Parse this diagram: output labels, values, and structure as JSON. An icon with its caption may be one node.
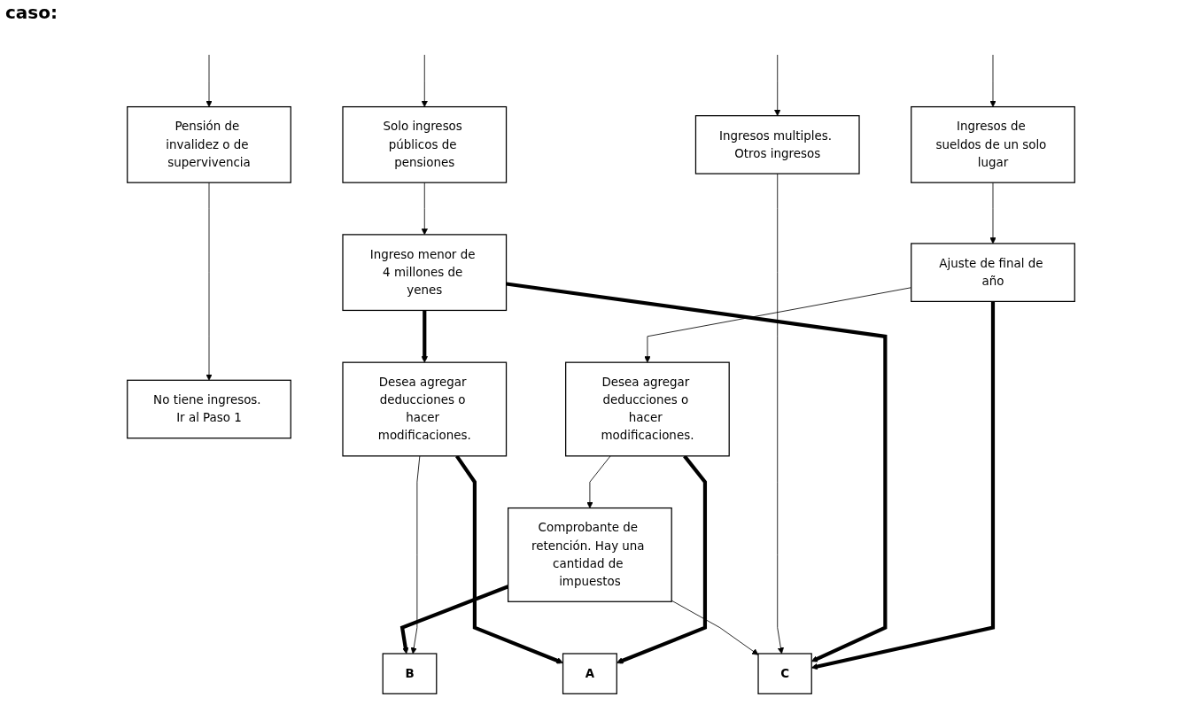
{
  "diagram": {
    "nodes": [
      {
        "text": [
          "Ingresos de sueldos de un solo lugar"
        ]
      },
      {
        "text": [
          "Solo ingresos públicos de pensiones"
        ]
      },
      {
        "text": [
          "Pensión de invalidez o de supervivencia"
        ]
      },
      {
        "text": [
          "Ingresos multiples. Otros ingresos"
        ]
      },
      {
        "text": [
          "Ajuste de final de año"
        ]
      },
      {
        "text": [
          "Ingreso menor de 4 millones de yenes"
        ]
      },
      {
        "text": [
          "No tiene ingresos. Ir al Paso 1"
        ]
      },
      {
        "text": [
          "Desea agregar deducciones o hacer modificaciones."
        ]
      },
      {
        "text": [
          "Desea agregar deducciones o hacer modificaciones."
        ]
      },
      {
        "text": [
          "Comprobante de retención. Hay una cantidad de impuestos"
        ]
      },
      {
        "text": [
          "A"
        ]
      },
      {
        "text": [
          "B"
        ]
      },
      {
        "text": [
          "C"
        ]
      }
    ],
    "edges": [
      {
        "from": null,
        "to": 0,
        "arrow": "to"
      },
      {
        "from": null,
        "to": 1,
        "arrow": "to"
      },
      {
        "from": null,
        "to": 2,
        "arrow": "to"
      },
      {
        "from": null,
        "to": 3,
        "arrow": "to"
      },
      {
        "from": 0,
        "to": 4,
        "arrow": "to"
      },
      {
        "from": 1,
        "to": 5,
        "arrow": "to"
      },
      {
        "from": 2,
        "to": 6,
        "arrow": "to"
      },
      {
        "from": 4,
        "to": 7,
        "arrow": "to"
      },
      {
        "from": 4,
        "to": 12,
        "arrow": "to",
        "style": "thick"
      },
      {
        "from": 5,
        "to": 8,
        "arrow": "to",
        "style": "thick"
      },
      {
        "from": 5,
        "to": 12,
        "arrow": "to",
        "style": "thick"
      },
      {
        "from": 3,
        "to": 12,
        "arrow": "to"
      },
      {
        "from": 7,
        "to": 9,
        "arrow": "to"
      },
      {
        "from": 7,
        "to": 10,
        "arrow": "to",
        "style": "thick"
      },
      {
        "from": 8,
        "to": 10,
        "arrow": "to",
        "style": "thick"
      },
      {
        "from": 8,
        "to": 11,
        "arrow": "to"
      },
      {
        "from": 9,
        "to": 11,
        "arrow": "to",
        "style": "thick"
      },
      {
        "from": 9,
        "to": 12,
        "arrow": "to"
      }
    ],
    "labels": [
      "caso:"
    ]
  }
}
